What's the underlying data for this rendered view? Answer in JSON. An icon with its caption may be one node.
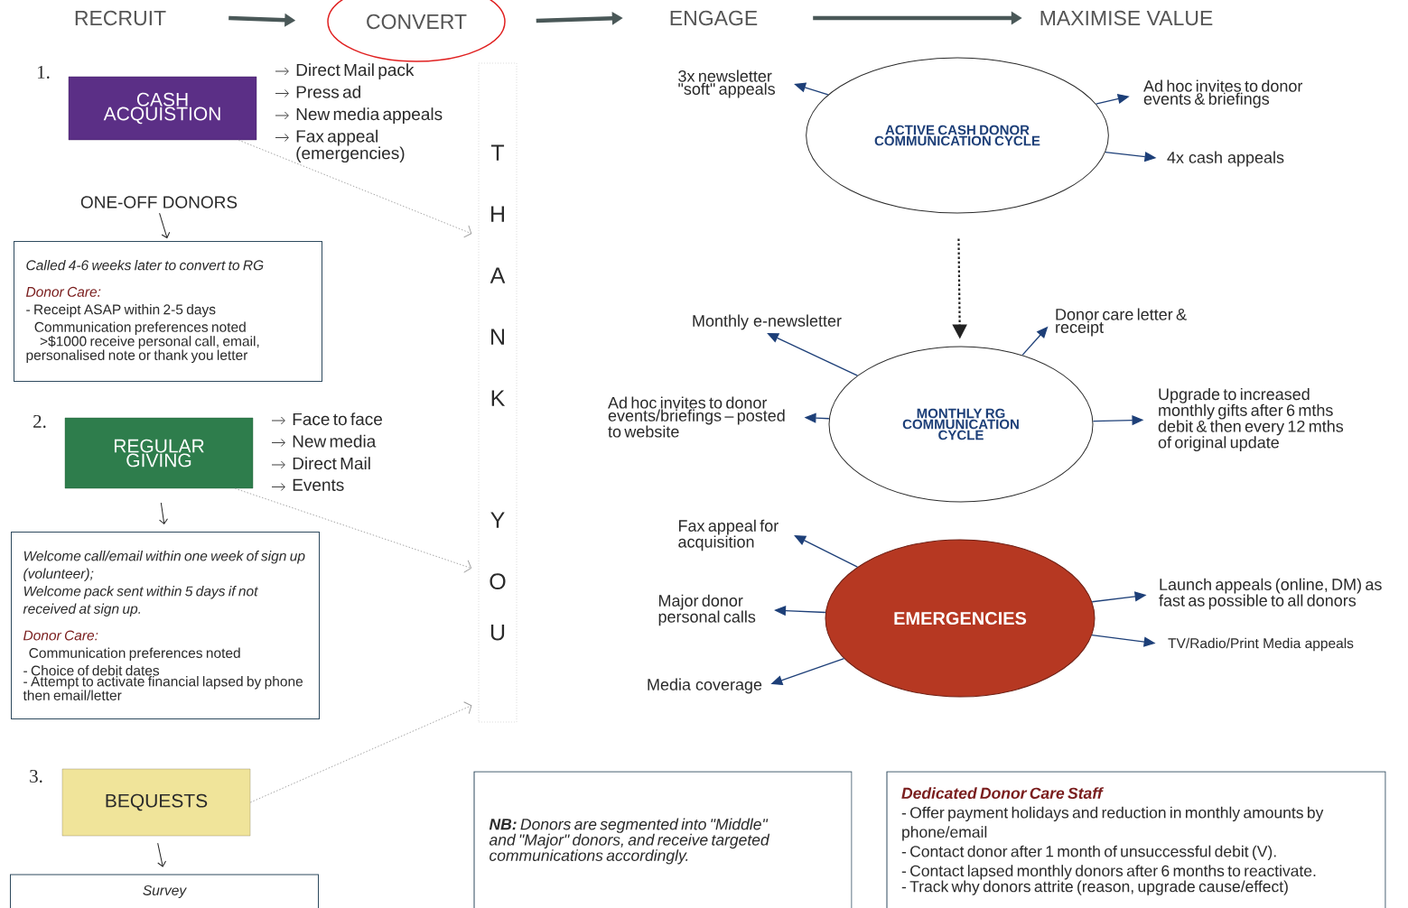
{
  "diagram": {
    "nodes": [
      {
        "text": [
          "RECRUIT"
        ]
      },
      {
        "text": [
          "CONVERT"
        ]
      },
      {
        "text": [
          "ENGAGE"
        ]
      },
      {
        "text": [
          "MAXIMISE VALUE"
        ]
      },
      {
        "text": [
          "CASH ACQUISTION"
        ],
        "beside": [
          "Direct Mail pack",
          "Press ad",
          "New media appeals",
          "Fax appeal (emergencies)"
        ]
      },
      {
        "text": [
          "ONE-OFF DONORS"
        ]
      },
      {
        "text": [
          "Called 4-6 weeks later to convert to RG",
          "Donor Care:",
          "- Receipt ASAP within 2-5 days",
          "Communication preferences noted",
          ">$1000 receive personal call, email, personalised note or thank you letter"
        ]
      },
      {
        "text": [
          "T",
          "H",
          "A",
          "N",
          "K",
          "Y",
          "O",
          "U"
        ]
      },
      {
        "text": [
          "REGULAR GIVING"
        ],
        "beside": [
          "Face to face",
          "New media",
          "Direct Mail",
          "Events"
        ]
      },
      {
        "text": [
          "Welcome call/email within one week of sign up (volunteer);",
          "Welcome pack sent within 5 days if not received at sign up.",
          "Donor Care:",
          "Communication preferences noted",
          "- Choice of debit dates",
          "- Attempt to activate financial lapsed by phone then email/letter"
        ]
      },
      {
        "text": [
          "BEQUESTS"
        ]
      },
      {
        "text": [
          "Survey"
        ]
      },
      {
        "text": [
          "**NB:** Donors are segmented into \"Middle\" and \"Major\" donors, and receive targeted communications accordingly."
        ]
      },
      {
        "text": [
          "Dedicated Donor Care Staff",
          "- Offer payment holidays and reduction in monthly amounts by phone/email",
          "- Contact donor after 1 month of unsuccessful debit (V).",
          "- Contact lapsed monthly donors after 6 months to reactivate.",
          "- Track why donors attrite (reason, upgrade cause/effect)"
        ]
      },
      {
        "text": [
          "ACTIVE CASH DONOR COMMUNICATION CYCLE"
        ]
      },
      {
        "text": [
          "3x newsletter \"soft\" appeals"
        ]
      },
      {
        "text": [
          "Ad hoc invites to donor events & briefings"
        ]
      },
      {
        "text": [
          "4x cash appeals"
        ]
      },
      {
        "text": [
          "MONTHLY RG COMMUNICATION CYCLE"
        ]
      },
      {
        "text": [
          "Monthly e-newsletter"
        ]
      },
      {
        "text": [
          "Donor care letter & receipt"
        ]
      },
      {
        "text": [
          "Ad hoc invites to donor events/briefings – posted to website"
        ]
      },
      {
        "text": [
          "Upgrade to increased monthly gifts after 6 mths debit & then every 12 mths of original update"
        ]
      },
      {
        "text": [
          "EMERGENCIES"
        ]
      },
      {
        "text": [
          "Fax appeal for acquisition"
        ]
      },
      {
        "text": [
          "Major donor personal calls"
        ]
      },
      {
        "text": [
          "Media coverage"
        ]
      },
      {
        "text": [
          "Launch appeals (online, DM) as fast as possible to all donors"
        ]
      },
      {
        "text": [
          "TV/Radio/Print Media appeals"
        ]
      }
    ],
    "edges": [
      {
        "from": 0,
        "to": 1,
        "arrow": "to",
        "style": "thick",
        "color": "#4a5858"
      },
      {
        "from": 1,
        "to": 2,
        "arrow": "to",
        "style": "thick",
        "color": "#4a5858"
      },
      {
        "from": 2,
        "to": 3,
        "arrow": "to",
        "style": "thick",
        "color": "#4a5858"
      },
      {
        "from": 5,
        "to": 6,
        "arrow": "to",
        "color": "#222222"
      },
      {
        "from": 8,
        "to": 9,
        "arrow": "to",
        "color": "#222222"
      },
      {
        "from": 10,
        "to": 11,
        "arrow": "to",
        "color": "#222222"
      },
      {
        "from": 4,
        "to": 7,
        "arrow": "to",
        "style": "dashed",
        "color": "#9a9a9a"
      },
      {
        "from": 8,
        "to": 7,
        "arrow": "to",
        "style": "dashed",
        "color": "#9a9a9a"
      },
      {
        "from": 10,
        "to": 7,
        "arrow": "to",
        "style": "dashed",
        "color": "#9a9a9a"
      },
      {
        "from": 14,
        "to": 15,
        "arrow": "to"
      },
      {
        "from": 14,
        "to": 16,
        "arrow": "to"
      },
      {
        "from": 14,
        "to": 17,
        "arrow": "to"
      },
      {
        "from": 14,
        "to": 18,
        "arrow": "to",
        "style": "dashed",
        "color": "#222222"
      },
      {
        "from": 18,
        "to": 19,
        "arrow": "to"
      },
      {
        "from": 18,
        "to": 20,
        "arrow": "to"
      },
      {
        "from": 18,
        "to": 21,
        "arrow": "to"
      },
      {
        "from": 18,
        "to": 22,
        "arrow": "to"
      },
      {
        "from": 23,
        "to": 24,
        "arrow": "to"
      },
      {
        "from": 23,
        "to": 25,
        "arrow": "to"
      },
      {
        "from": 23,
        "to": 26,
        "arrow": "to"
      },
      {
        "from": 23,
        "to": 27,
        "arrow": "to"
      },
      {
        "from": 23,
        "to": 28,
        "arrow": "to"
      }
    ],
    "labels": [
      "1.",
      "2.",
      "3."
    ]
  }
}
